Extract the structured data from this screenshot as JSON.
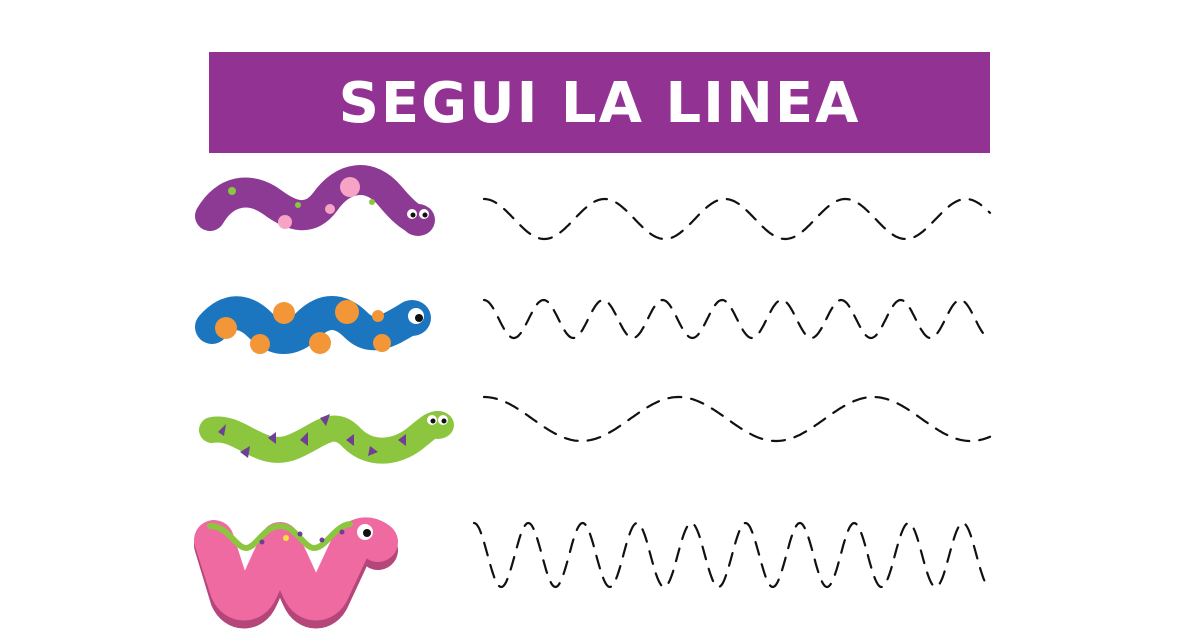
{
  "title": "SEGUI LA LINEA",
  "colors": {
    "banner": "#923293",
    "text": "#ffffff",
    "trace": "#111111"
  },
  "rows": [
    {
      "snake": "purple-snake",
      "body_color": "#8c3a93",
      "spot_color": "#f7a3c6",
      "pattern": "wave",
      "waves": 4.2
    },
    {
      "snake": "blue-snake",
      "body_color": "#1b76bf",
      "spot_color": "#f29637",
      "pattern": "wave",
      "waves": 8.5
    },
    {
      "snake": "green-snake",
      "body_color": "#8cc63f",
      "spot_color": "#6f3e96",
      "pattern": "wave",
      "waves": 2.6
    },
    {
      "snake": "pink-snake",
      "body_color": "#ee6aa0",
      "spot_color": "#8cc63f",
      "pattern": "wave",
      "waves": 9.5
    }
  ]
}
